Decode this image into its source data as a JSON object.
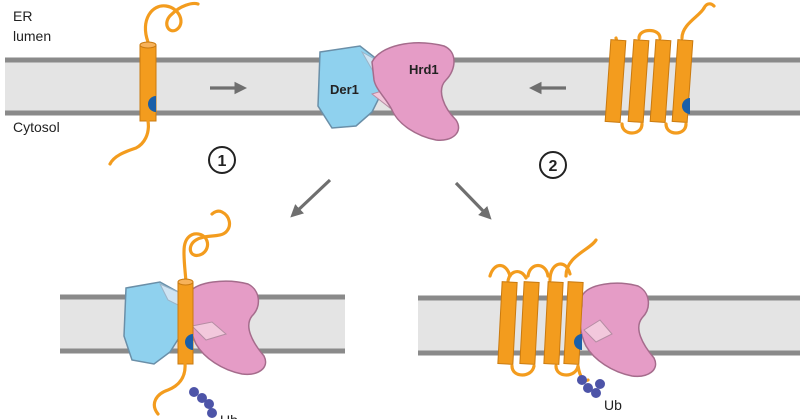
{
  "labels": {
    "er": "ER",
    "lumen": "lumen",
    "cytosol": "Cytosol",
    "der1": "Der1",
    "hrd1": "Hrd1",
    "ub_left": "Ub",
    "ub_right": "Ub"
  },
  "steps": {
    "step1": "1",
    "step2": "2"
  },
  "colors": {
    "membrane_fill": "#e4e4e4",
    "membrane_line": "#8a8a8a",
    "substrate": "#f39c1e",
    "substrate_edge": "#c97a10",
    "der1": "#8fd1ee",
    "hrd1": "#e59cc6",
    "ubiquitin": "#4d54a8",
    "cap": "#1a5fa8",
    "arrow": "#6f6f6f"
  }
}
